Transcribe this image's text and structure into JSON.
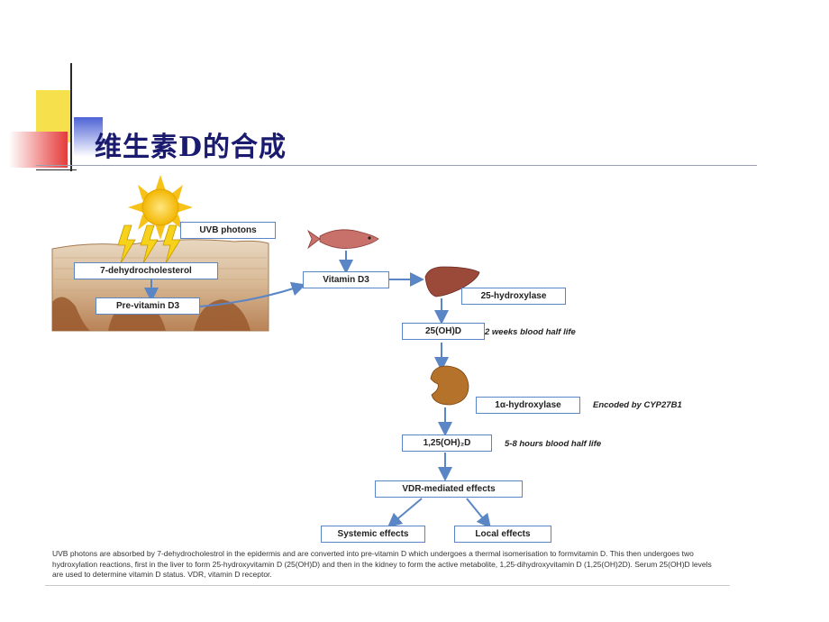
{
  "slide": {
    "title": "维生素D的合成"
  },
  "diagram": {
    "labels": {
      "uvb": "UVB photons",
      "dehydro": "7-dehydrocholesterol",
      "previtamin": "Pre-vitamin D3",
      "vitamin_d3": "Vitamin D3",
      "hydroxylase25": "25-hydroxylase",
      "oh25d": "25(OH)D",
      "half_life_1": "2 weeks blood half life",
      "hydroxylase1a": "1α-hydroxylase",
      "encoded": "Encoded by CYP27B1",
      "oh125": "1,25(OH)₂D",
      "half_life_2": "5-8 hours blood half life",
      "vdr": "VDR-mediated effects",
      "systemic": "Systemic effects",
      "local": "Local effects"
    },
    "caption": "UVB photons are absorbed by 7-dehydrocholestrol in the epidermis and are converted into pre-vitamin D which undergoes a thermal isomerisation to formvitamin D. This then undergoes two hydroxylation reactions, first in the liver to form 25-hydroxyvitamin D (25(OH)D) and then in the kidney to form the active metabolite, 1,25-dihydroxyvitamin D (1,25(OH)2D). Serum 25(OH)D levels are used to determine vitamin D status. VDR, vitamin D receptor.",
    "colors": {
      "arrow": "#5b86c5",
      "box_border": "#5b86c5",
      "sun": "#f6c21a",
      "organ": "#9b4a3a",
      "kidney": "#b5722a",
      "fish": "#c8706a"
    },
    "icons": [
      "sun-icon",
      "lightning-icon",
      "fish-icon",
      "liver-icon",
      "kidney-icon"
    ]
  }
}
